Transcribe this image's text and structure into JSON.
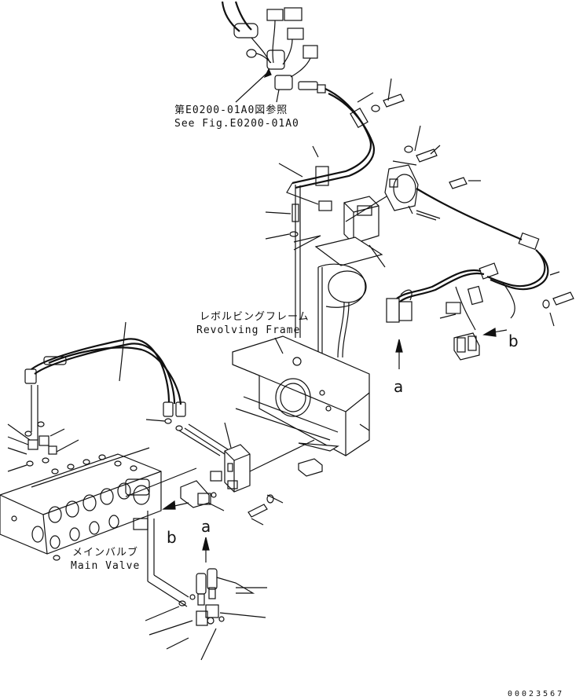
{
  "references": {
    "harness_ref_jp": "第E0200-01A0図参照",
    "harness_ref_en": "See Fig.E0200-01A0"
  },
  "components": {
    "revolving_frame_jp": "レボルビングフレーム",
    "revolving_frame_en": "Revolving Frame",
    "main_valve_jp": "メインバルブ",
    "main_valve_en": "Main Valve"
  },
  "callouts": {
    "a_upper": "a",
    "b_upper": "b",
    "a_lower": "a",
    "b_lower": "b"
  },
  "document_number": "00023567",
  "colors": {
    "ink": "#111111",
    "paper": "#ffffff"
  }
}
